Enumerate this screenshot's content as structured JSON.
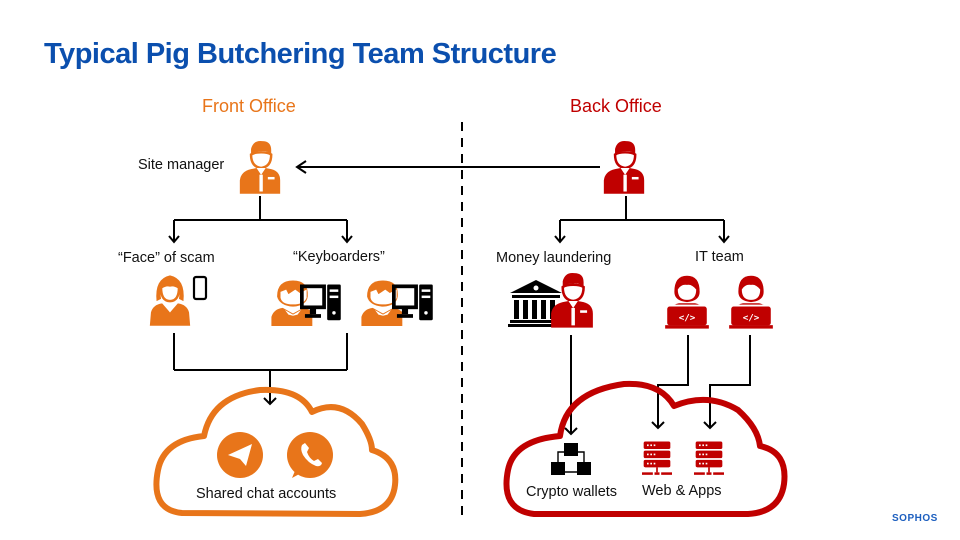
{
  "title": "Typical Pig Butchering Team Structure",
  "colors": {
    "title": "#0b4fae",
    "front_office": "#e8751a",
    "back_office": "#c00000",
    "connector": "#000000",
    "logo": "#1d5fbf"
  },
  "front_office": {
    "heading": "Front Office",
    "site_manager": {
      "label": "Site manager",
      "icon": "manager-person-icon"
    },
    "face_of_scam": {
      "label": "“Face” of scam",
      "icons": [
        "woman-person-icon",
        "smartphone-icon"
      ]
    },
    "keyboarders": {
      "label": "“Keyboarders”",
      "icons": [
        "worker-computer-icon",
        "worker-computer-icon"
      ]
    },
    "cloud": {
      "label": "Shared chat accounts",
      "icons": [
        "telegram-icon",
        "whatsapp-icon"
      ]
    }
  },
  "back_office": {
    "heading": "Back Office",
    "boss": {
      "icon": "manager-person-icon"
    },
    "money_laundering": {
      "label": "Money laundering",
      "icons": [
        "bank-icon",
        "manager-person-icon"
      ]
    },
    "it_team": {
      "label": "IT team",
      "icons": [
        "developer-laptop-icon",
        "developer-laptop-icon"
      ]
    },
    "cloud": {
      "crypto_label": "Crypto wallets",
      "web_label": "Web & Apps",
      "icons": [
        "blockchain-icon",
        "server-icon",
        "server-icon"
      ]
    }
  },
  "logo": "SOPHOS"
}
